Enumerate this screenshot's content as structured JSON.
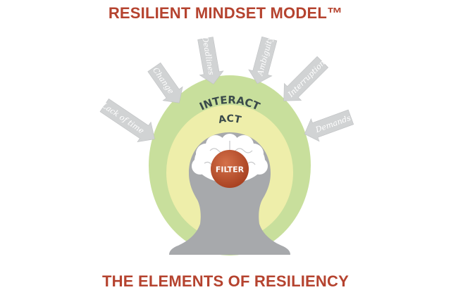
{
  "title": "RESILIENT MINDSET MODEL™",
  "subtitle": "THE ELEMENTS OF RESILIENCY",
  "rings": {
    "outer": "INTERACT",
    "middle": "ACT",
    "center": "FILTER"
  },
  "stressors": [
    "Lack of time",
    "Change",
    "Deadlines",
    "Ambiguity",
    "Interruptions",
    "Demands"
  ],
  "colors": {
    "title": "#b5432f",
    "outer_ring": "#c8df9c",
    "middle_ring": "#eeeeaa",
    "head": "#a7a9ac",
    "filter": "#b34a27",
    "arrow": "#d1d3d4"
  }
}
